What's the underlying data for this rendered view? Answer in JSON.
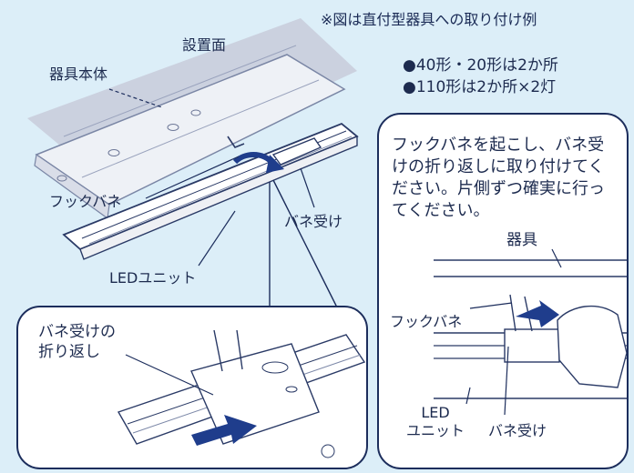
{
  "note": "※図は直付型器具への取り付け例",
  "bullets": [
    "●40形・20形は2か所",
    "●110形は2か所×2灯"
  ],
  "labels": {
    "mounting_surface": "設置面",
    "fixture_body": "器具本体",
    "hook_spring": "フックバネ",
    "spring_receiver": "バネ受け",
    "led_unit": "LEDユニット",
    "fold_back": "バネ受けの\n折り返し"
  },
  "right_panel": {
    "instruction": "フックバネを起こし、バネ受けの折り返しに取り付けてください。片側ずつ確実に行ってください。",
    "fixture": "器具",
    "hook_spring": "フックバネ",
    "led_unit": "LED\nユニット",
    "spring_receiver": "バネ受け"
  },
  "colors": {
    "background": "#dceef8",
    "outline": "#1c2d5c",
    "accent_arrow": "#1f3d8c"
  }
}
